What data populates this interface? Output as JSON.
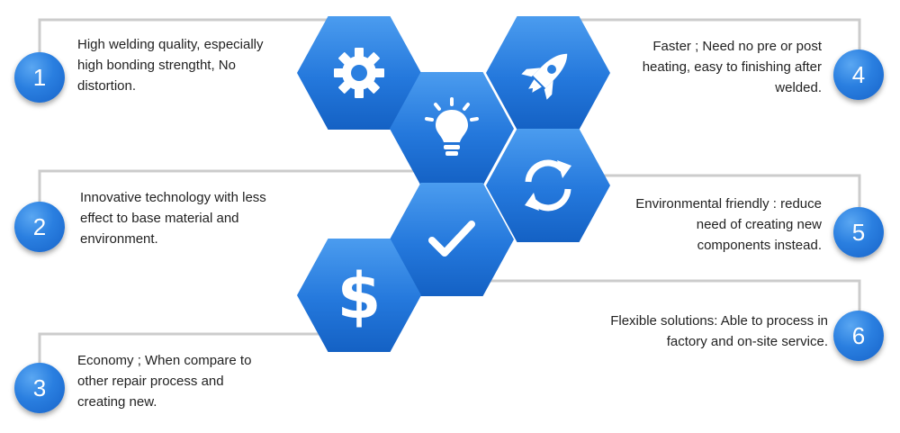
{
  "features": [
    {
      "number": "1",
      "text": [
        "High welding quality, especially",
        "high bonding strengtht, No",
        "distortion."
      ],
      "icon": "gear-icon"
    },
    {
      "number": "2",
      "text": [
        "Innovative technology with less",
        "effect to base material and",
        "environment."
      ],
      "icon": "lightbulb-icon"
    },
    {
      "number": "3",
      "text": [
        "Economy ; When compare to",
        "other repair process and",
        "creating new."
      ],
      "icon": "dollar-icon"
    },
    {
      "number": "4",
      "text": [
        "Faster ; Need no pre or post",
        "heating, easy to finishing after",
        "welded."
      ],
      "icon": "rocket-icon"
    },
    {
      "number": "5",
      "text": [
        "Environmental friendly : reduce",
        "need of creating new",
        "components instead."
      ],
      "icon": "refresh-icon"
    },
    {
      "number": "6",
      "text": [
        "Flexible solutions: Able to process in",
        "factory and on-site service."
      ],
      "icon": "checkmark-icon"
    }
  ],
  "colors": {
    "accent": "#2a7fe0",
    "accent_dark": "#1461c4",
    "connector": "#cccccc",
    "text": "#222222",
    "icon": "#ffffff"
  }
}
